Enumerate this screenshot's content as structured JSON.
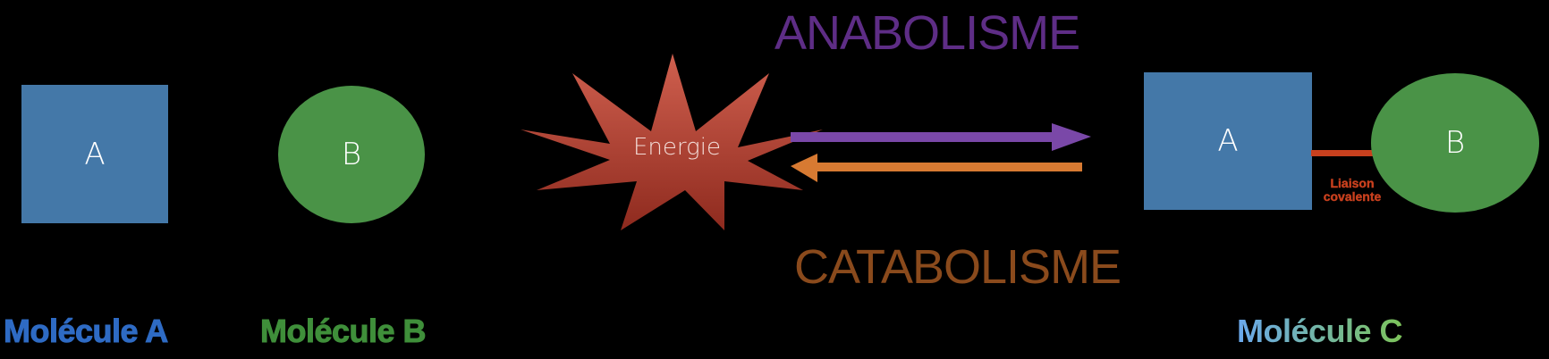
{
  "diagram": {
    "molecule_a": {
      "shape_label": "A",
      "caption": "Molécule A",
      "caption_color": "#2e6bc4",
      "fill": "#4478a8"
    },
    "molecule_b": {
      "shape_label": "B",
      "caption": "Molécule B",
      "caption_color": "#3f8f3a",
      "fill": "#4a9347"
    },
    "energy": {
      "label": "Energie",
      "fill_top": "#d0604f",
      "fill_bottom": "#8e2a1e"
    },
    "anabolism": {
      "label": "ANABOLISME",
      "color": "#5e2d86",
      "arrow_color": "#7a48a8",
      "direction": "right"
    },
    "catabolism": {
      "label": "CATABOLISME",
      "color": "#8a4a1c",
      "arrow_color": "#d77a32",
      "direction": "left"
    },
    "molecule_c": {
      "part_a_label": "A",
      "part_b_label": "B",
      "bond_label_line1": "Liaison",
      "bond_label_line2": "covalente",
      "bond_color": "#c8401e",
      "caption": "Molécule C",
      "caption_gradient": [
        "#6aa8ee",
        "#7cc35a"
      ]
    }
  }
}
